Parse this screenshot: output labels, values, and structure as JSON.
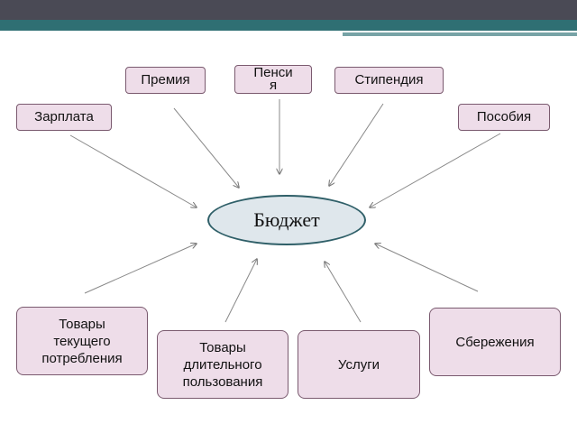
{
  "center": {
    "label": "Бюджет"
  },
  "income": {
    "premiya": "Премия",
    "pensiya_line1": "Пенси",
    "pensiya_line2": "я",
    "stipendiya": "Стипендия",
    "zarplata": "Зарплата",
    "posobiya": "Пособия"
  },
  "expenses": {
    "tovary_tek_1": "Товары",
    "tovary_tek_2": "текущего",
    "tovary_tek_3": "потребления",
    "tovary_dl_1": "Товары",
    "tovary_dl_2": "длительного",
    "tovary_dl_3": "пользования",
    "uslugi": "Услуги",
    "sberezheniya": "Сбережения"
  },
  "colors": {
    "box_fill": "#eedde9",
    "box_border": "#7a5a6f",
    "center_fill": "#dfe7ec",
    "header": "#2f6f73"
  }
}
